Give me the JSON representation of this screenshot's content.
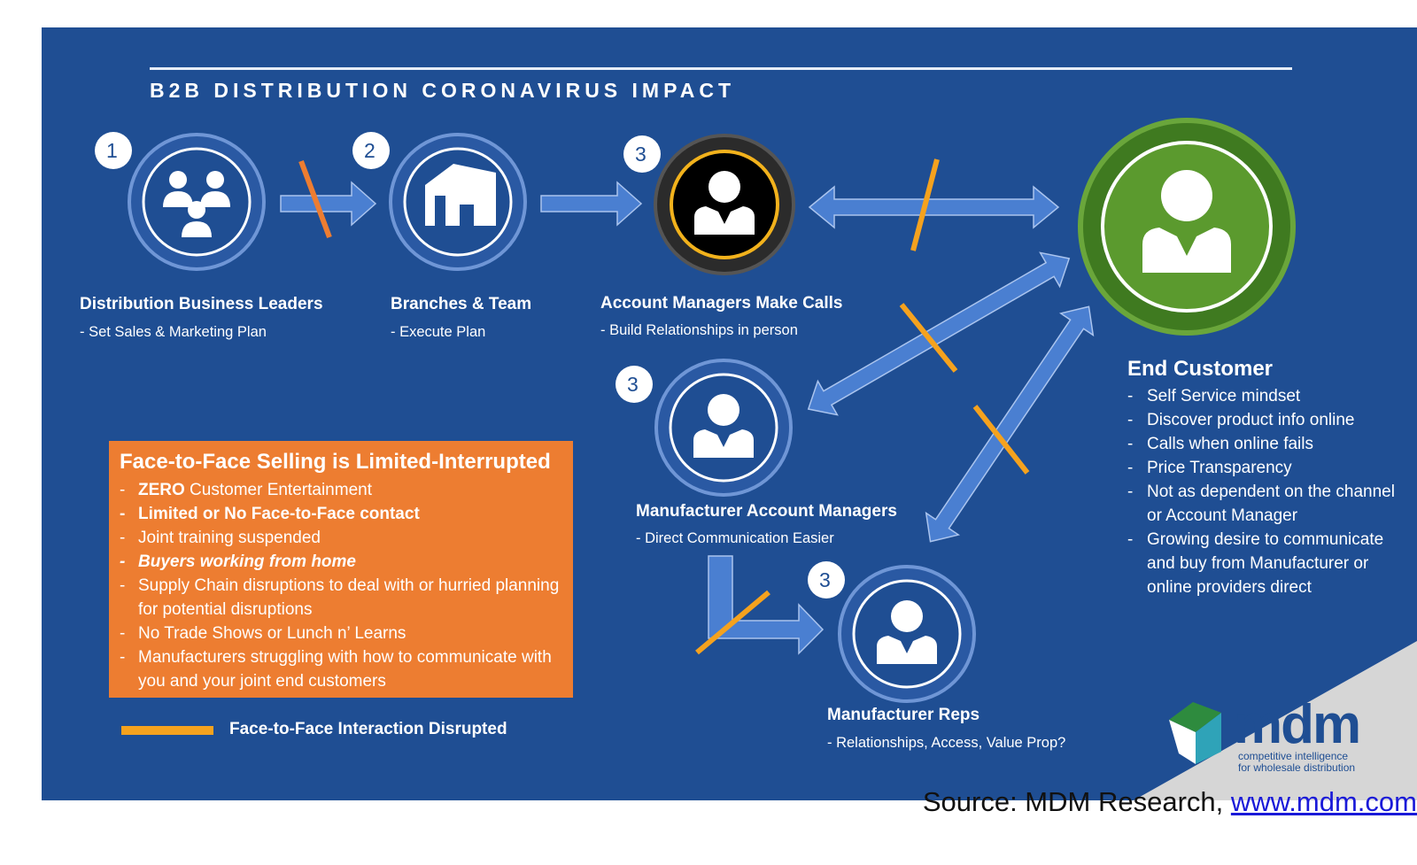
{
  "title": "B2B DISTRIBUTION CORONAVIRUS IMPACT",
  "nodes": {
    "leaders": {
      "badge": "1",
      "label": "Distribution Business Leaders",
      "sub": "- Set Sales & Marketing Plan"
    },
    "branches": {
      "badge": "2",
      "label": "Branches & Team",
      "sub": "- Execute Plan"
    },
    "account_managers": {
      "badge": "3",
      "label": "Account Managers Make Calls",
      "sub": "- Build Relationships in person"
    },
    "mfr_account_managers": {
      "badge": "3",
      "label": "Manufacturer Account Managers",
      "sub": "- Direct Communication Easier"
    },
    "mfr_reps": {
      "badge": "3",
      "label": "Manufacturer Reps",
      "sub": "- Relationships, Access, Value Prop?"
    }
  },
  "end_customer": {
    "title": "End Customer",
    "items": [
      "Self Service mindset",
      "Discover product info online",
      "Calls when online fails",
      "Price Transparency",
      "Not as dependent on the channel or Account Manager",
      "Growing desire to communicate and buy from Manufacturer or online providers direct"
    ]
  },
  "ftf_box": {
    "title": "Face-to-Face Selling is Limited-Interrupted",
    "item1_bold": "ZERO",
    "item1_rest": " Customer Entertainment",
    "item2": "Limited or No Face-to-Face contact",
    "item3": "Joint training suspended",
    "item4": "Buyers working from home",
    "item5": "Supply Chain disruptions to deal with or hurried planning for potential disruptions",
    "item6": "No Trade Shows or Lunch n’ Learns",
    "item7": "Manufacturers struggling with how to communicate with you and your joint end customers"
  },
  "legend": {
    "label": "Face-to-Face Interaction Disrupted"
  },
  "logo": {
    "word": "mdm",
    "tagline_1": "competitive intelligence",
    "tagline_2": "for wholesale distribution"
  },
  "source": {
    "prefix": "Source: MDM Research, ",
    "link": "www.mdm.com"
  },
  "colors": {
    "panel": "#1f4e93",
    "arrow": "#4a7fd1",
    "disrupted": "#f5a21e",
    "box": "#ed7d31",
    "end_customer": "#5b9a2e",
    "account_manager_ring": "#f2b21c"
  }
}
